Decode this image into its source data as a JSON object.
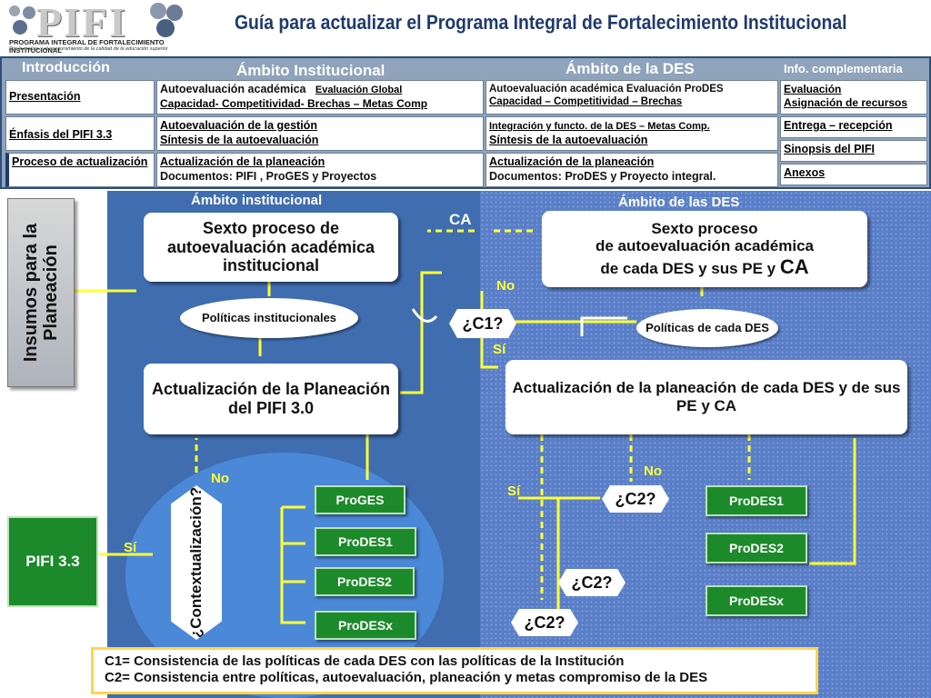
{
  "header": {
    "logo_word": "PIFI",
    "logo_line1": "PROGRAMA INTEGRAL DE FORTALECIMIENTO INSTITUCIONAL",
    "logo_line2": "Por la mejora y el aseguramiento de la calidad de la educación superior",
    "title": "Guía para actualizar el Programa Integral de Fortalecimiento Institucional"
  },
  "nav": {
    "col_intro": "Introducción",
    "col_inst": "Ámbito Institucional",
    "col_des": "Ámbito de la DES",
    "col_info": "Info. complementaria",
    "intro_items": [
      "Presentación",
      "Énfasis del PIFI 3.3",
      "Proceso de actualización"
    ],
    "inst_r1a": "Autoevaluación académica",
    "inst_r1b": "Evaluación Global",
    "inst_r1c": "Capacidad- Competitividad- Brechas – Metas Comp",
    "inst_r2a": "Autoevaluación de la gestión",
    "inst_r2b": "Síntesis de la autoevaluación",
    "inst_r3a": "Actualización de la planeación",
    "inst_r3b": "Documentos: PIFI , ProGES y Proyectos",
    "des_r1a": "Autoevaluación académica Evaluación ProDES",
    "des_r1b": "Capacidad – Competitividad – Brechas",
    "des_r2a": "Integración y functo. de la DES – Metas Comp.",
    "des_r2b": "Síntesis de la autoevaluación",
    "des_r3a": "Actualización de la planeación",
    "des_r3b": "Documentos: ProDES y Proyecto integral.",
    "info_items": [
      "Evaluación",
      "Asignación de recursos",
      "Entrega – recepción",
      "Sinopsis del PIFI",
      "Anexos"
    ]
  },
  "diagram": {
    "heading_left": "Ámbito institucional",
    "heading_right": "Ámbito de las DES",
    "insumos": "Insumos para la Planeación",
    "sexto_inst": "Sexto proceso de autoevaluación académica institucional",
    "sexto_des_a": "Sexto proceso",
    "sexto_des_b": "de autoevaluación académica",
    "sexto_des_c": "de cada DES y sus PE y",
    "sexto_des_ca": "CA",
    "ca_label": "CA",
    "politicas_inst": "Políticas institucionales",
    "politicas_des": "Políticas de cada DES",
    "c1": "¿C1?",
    "no": "No",
    "si": "Sí",
    "act_pifi": "Actualización de la Planeación del PIFI 3.0",
    "act_des": "Actualización de la planeación de cada DES y de sus PE y CA",
    "contextualizacion": "¿Contextualización?",
    "pifi33": "PIFI 3.3",
    "left_boxes": [
      "ProGES",
      "ProDES1",
      "ProDES2",
      "ProDESx"
    ],
    "right_boxes": [
      "ProDES1",
      "ProDES2",
      "ProDESx"
    ],
    "c2": "¿C2?"
  },
  "legend": {
    "line1": "C1= Consistencia de las políticas de cada DES con las políticas de la Institución",
    "line2": "C2= Consistencia entre  políticas, autoevaluación, planeación y metas compromiso de la DES"
  },
  "colors": {
    "title": "#1f3a6e",
    "left_panel": "#3f6db0",
    "green": "#1c8a2a",
    "yellow_label": "#ffff33"
  }
}
